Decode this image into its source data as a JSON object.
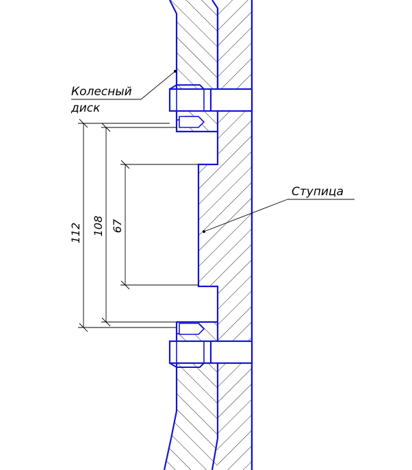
{
  "labels": {
    "wheel_disk_line1": "Колесный",
    "wheel_disk_line2": "диск",
    "hub": "Ступица"
  },
  "dimensions": {
    "d112": "112",
    "d108": "108",
    "d67": "67"
  },
  "colors": {
    "outline": "#1414d8",
    "thin": "#000000",
    "background": "#ffffff"
  }
}
